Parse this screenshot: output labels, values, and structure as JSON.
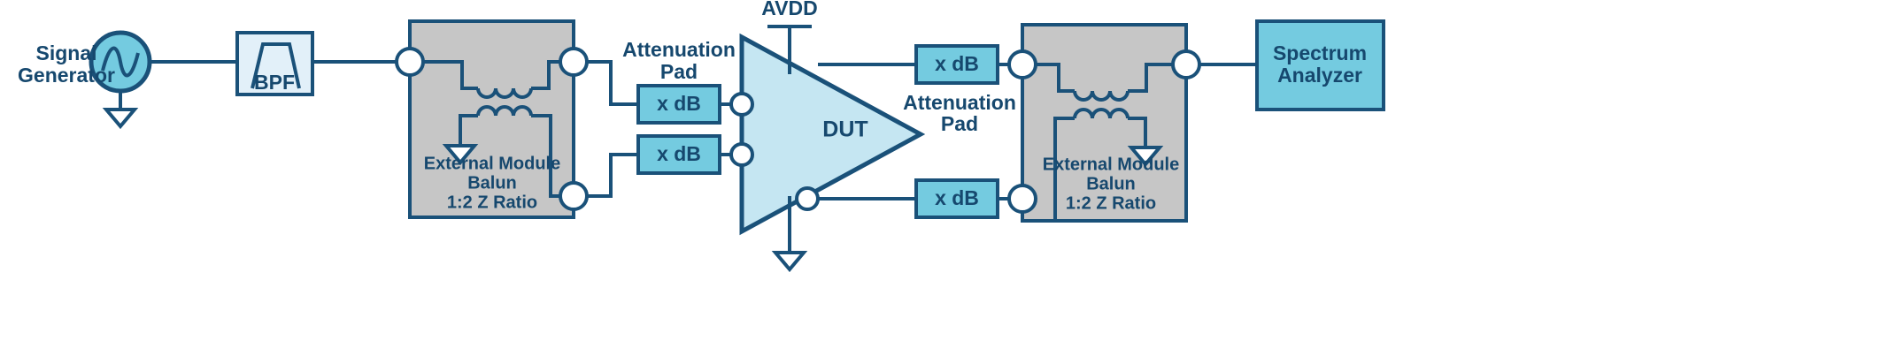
{
  "diagram": {
    "title": "Differential amplifier distortion measurement test setup",
    "colors": {
      "wire": "#1a5179",
      "text": "#16486e",
      "module_fill": "#c6c6c6",
      "filter_fill": "#e2f0f9",
      "instrument_fill": "#74cbe0",
      "pad_fill": "#74cbe0",
      "dut_fill": "#c5e6f2",
      "node_fill": "#ffffff",
      "background": "#ffffff"
    },
    "blocks": {
      "signal_generator": {
        "label_line1": "Signal",
        "label_line2": "Generator",
        "icon": "sine-wave-source"
      },
      "bpf": {
        "label": "BPF",
        "icon": "bandpass-trapezoid"
      },
      "balun_input": {
        "label_line1": "External Module",
        "label_line2": "Balun",
        "label_line3": "1:2 Z Ratio"
      },
      "balun_output": {
        "label_line1": "External Module",
        "label_line2": "Balun",
        "label_line3": "1:2 Z Ratio"
      },
      "attenuation_pad_input": {
        "caption_line1": "Attenuation",
        "caption_line2": "Pad",
        "pad_top_label": "x dB",
        "pad_bottom_label": "x dB"
      },
      "attenuation_pad_output": {
        "caption_line1": "Attenuation",
        "caption_line2": "Pad",
        "pad_top_label": "x dB",
        "pad_bottom_label": "x dB"
      },
      "dut": {
        "label": "DUT",
        "supply_label": "AVDD"
      },
      "spectrum_analyzer": {
        "label_line1": "Spectrum",
        "label_line2": "Analyzer"
      }
    }
  }
}
